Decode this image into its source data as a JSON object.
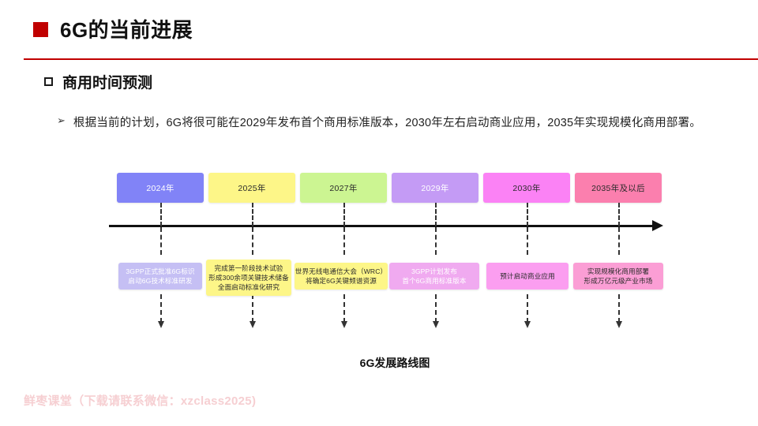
{
  "slide": {
    "header": {
      "title": "6G的当前进展",
      "bullet_color": "#c00000",
      "rule_color": "#c00000"
    },
    "sub_heading": {
      "label": "商用时间预测"
    },
    "body": {
      "bullet_glyph": "➢",
      "paragraph": "根据当前的计划，6G将很可能在2029年发布首个商用标准版本，2030年左右启动商业应用，2035年实现规模化商用部署。"
    },
    "figure": {
      "caption": "6G发展路线图",
      "axis": {
        "direction": "right",
        "color": "#111111"
      },
      "milestones": [
        {
          "year_label": "2024年",
          "year_color": "#8183f7",
          "year_text_color": "#ffffff",
          "desc_color": "#c5bff4",
          "desc_text_color": "#ffffff",
          "desc_lines": [
            "3GPP正式批准6G标识",
            "启动6G技术标准研发"
          ]
        },
        {
          "year_label": "2025年",
          "year_color": "#fdf688",
          "year_text_color": "#2b2b2b",
          "desc_color": "#fdf688",
          "desc_text_color": "#2b2b2b",
          "desc_lines": [
            "完成第一阶段技术试验",
            "形成300余项关键技术储备",
            "全面启动标准化研究"
          ]
        },
        {
          "year_label": "2027年",
          "year_color": "#ccf592",
          "year_text_color": "#2b2b2b",
          "desc_color": "#fdf688",
          "desc_text_color": "#2b2b2b",
          "desc_lines": [
            "世界无线电通信大会（WRC）",
            "将确定6G关键频谱资源"
          ]
        },
        {
          "year_label": "2029年",
          "year_color": "#c49bf5",
          "year_text_color": "#ffffff",
          "desc_color": "#f0aaf0",
          "desc_text_color": "#ffffff",
          "desc_lines": [
            "3GPP计划发布",
            "首个6G商用标准版本"
          ]
        },
        {
          "year_label": "2030年",
          "year_color": "#fb82f5",
          "year_text_color": "#2b2b2b",
          "desc_color": "#fb9ef0",
          "desc_text_color": "#2b2b2b",
          "desc_lines": [
            "预计启动商业应用"
          ]
        },
        {
          "year_label": "2035年及以后",
          "year_color": "#fb7fae",
          "year_text_color": "#2b2b2b",
          "desc_color": "#fb9ed5",
          "desc_text_color": "#2b2b2b",
          "desc_lines": [
            "实现规模化商用部署",
            "形成万亿元级产业市场"
          ]
        }
      ]
    },
    "watermark": "鲜枣课堂（下载请联系微信：xzclass2025)"
  }
}
